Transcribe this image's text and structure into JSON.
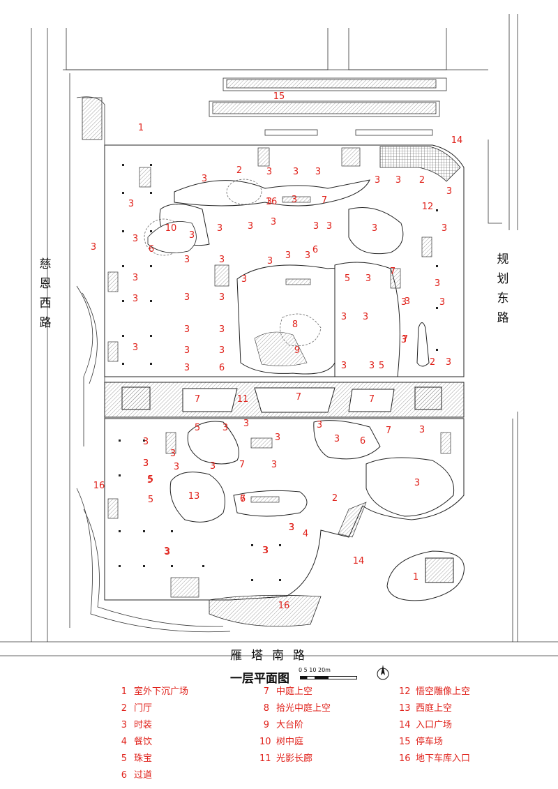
{
  "roads": {
    "west": [
      "慈",
      "恩",
      "西",
      "路"
    ],
    "east": [
      "规",
      "划",
      "东",
      "路"
    ],
    "south": "雁塔南路"
  },
  "plan_title": "一层平面图",
  "scale_bar": {
    "ticks": "0  5  10     20m"
  },
  "north_arrow_icon": "north-arrow-icon",
  "colors": {
    "label_red": "#e0221b",
    "line": "#222222",
    "hatch": "#888888"
  },
  "legend": {
    "col1": [
      {
        "num": "1",
        "label": "室外下沉广场"
      },
      {
        "num": "2",
        "label": "门厅"
      },
      {
        "num": "3",
        "label": "时装"
      },
      {
        "num": "4",
        "label": "餐饮"
      },
      {
        "num": "5",
        "label": "珠宝"
      },
      {
        "num": "6",
        "label": "过道"
      }
    ],
    "col2": [
      {
        "num": "7",
        "label": "中庭上空"
      },
      {
        "num": "8",
        "label": "拾光中庭上空"
      },
      {
        "num": "9",
        "label": "大台阶"
      },
      {
        "num": "10",
        "label": "树中庭"
      },
      {
        "num": "11",
        "label": "光影长廊"
      }
    ],
    "col3": [
      {
        "num": "12",
        "label": "悟空雕像上空"
      },
      {
        "num": "13",
        "label": "西庭上空"
      },
      {
        "num": "14",
        "label": "入口广场"
      },
      {
        "num": "15",
        "label": "停车场"
      },
      {
        "num": "16",
        "label": "地下车库入口"
      }
    ]
  },
  "plan_numbers": [
    "15",
    "1",
    "14",
    "2",
    "3",
    "3",
    "3",
    "3",
    "3",
    "3",
    "2",
    "3",
    "3",
    "6",
    "7",
    "3",
    "3",
    "10",
    "3",
    "3",
    "3",
    "3",
    "3",
    "3",
    "3",
    "12",
    "3",
    "3",
    "16",
    "6",
    "3",
    "3",
    "3",
    "3",
    "3",
    "3",
    "3",
    "3",
    "3",
    "3",
    "5",
    "3",
    "7",
    "3",
    "3",
    "3",
    "3",
    "3",
    "6",
    "3",
    "3",
    "3",
    "3",
    "8",
    "3",
    "7",
    "3",
    "3",
    "3",
    "9",
    "3",
    "5",
    "2",
    "3",
    "3",
    "3",
    "7",
    "11",
    "7",
    "7",
    "3",
    "5",
    "3",
    "3",
    "3",
    "3",
    "3",
    "6",
    "7",
    "3",
    "3",
    "3",
    "7",
    "3",
    "6",
    "3",
    "3",
    "3",
    "16",
    "5",
    "13",
    "5",
    "7",
    "2",
    "3",
    "3",
    "3",
    "4",
    "14",
    "1",
    "16",
    "3",
    "3",
    "3",
    "3",
    "5",
    "3"
  ]
}
